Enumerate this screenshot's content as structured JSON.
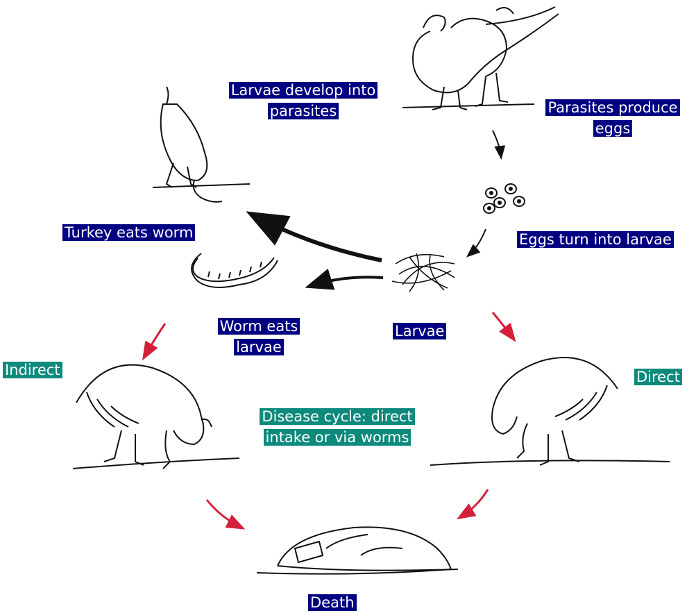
{
  "colors": {
    "label_blue": "#000080",
    "label_teal": "#0e8a7d",
    "arrow_red": "#d4203a",
    "line": "#111111"
  },
  "labels": {
    "larvae_develop": "Larvae develop into parasites",
    "parasites_produce": "Parasites produce eggs",
    "eggs_turn": "Eggs turn into larvae",
    "turkey_eats": "Turkey eats worm",
    "worm_eats": "Worm eats larvae",
    "larvae": "Larvae",
    "indirect": "Indirect",
    "direct": "Direct",
    "disease_cycle": "Disease cycle: direct intake or via worms",
    "death": "Death"
  },
  "icons": [
    "pheasants",
    "eggs",
    "larvae-cluster",
    "worm",
    "hen-eating-worm",
    "turkey-indirect",
    "turkey-direct",
    "turkey-dead"
  ]
}
